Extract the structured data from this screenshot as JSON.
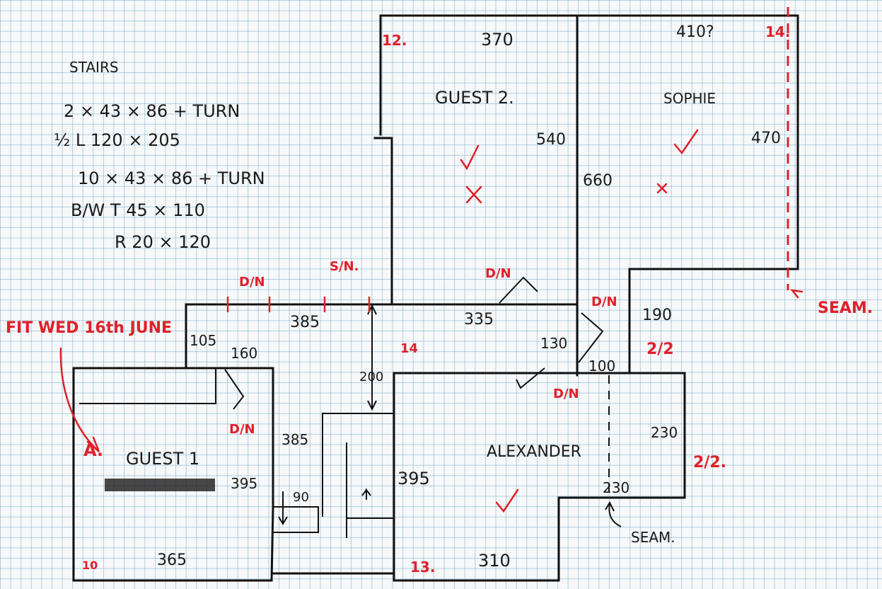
{
  "colors": {
    "ink": "#1a1a1a",
    "red_ink": "#e0202a",
    "grid": "#78aac8",
    "paper": "#f7f8f9"
  },
  "stairs": {
    "heading": "STAIRS",
    "lines": [
      "2 × 43 × 86 + TURN",
      "½ L  120 × 205",
      "10 × 43 × 86 + TURN",
      "B/W T 45 × 110",
      "R 20 × 120"
    ]
  },
  "note": {
    "text": "FIT WED 16th JUNE"
  },
  "rooms": {
    "guest2": {
      "name": "GUEST 2.",
      "width": "370",
      "height": "540"
    },
    "sophie": {
      "name": "SOPHIE",
      "width": "410?",
      "height": "470",
      "left_height": "660"
    },
    "alexander": {
      "name": "ALEXANDER",
      "width": "310",
      "height": "395",
      "right_top": "230",
      "right_bottom": "230"
    },
    "guest1": {
      "name": "GUEST 1",
      "width": "365",
      "height": "395"
    },
    "landing": {
      "left_length": "385",
      "right_length": "335",
      "depth_left": "105",
      "depth_right": "130",
      "inner": "160"
    },
    "stair_area": {
      "length": "385",
      "width": "90",
      "drop": "200"
    },
    "side": {
      "upper": "190",
      "lower": "100"
    }
  },
  "red_labels": {
    "ref_12": "12.",
    "ref_14_top": "14.",
    "ref_14_landing": "14",
    "ref_13": "13.",
    "ref_10": "10",
    "guest1_marker": "A.",
    "dn_1": "D/N",
    "dn_2": "S/N.",
    "dn_3": "D/N",
    "dn_4": "D/N",
    "dn_5": "D/N",
    "dn_6": "D/N",
    "half_1": "2/2",
    "half_2": "2/2.",
    "seam_red": "SEAM."
  },
  "black_labels": {
    "seam": "SEAM."
  },
  "icons": [
    "tick-icon",
    "cross-icon",
    "door-swing-arrow-icon",
    "seam-arrow-icon"
  ]
}
